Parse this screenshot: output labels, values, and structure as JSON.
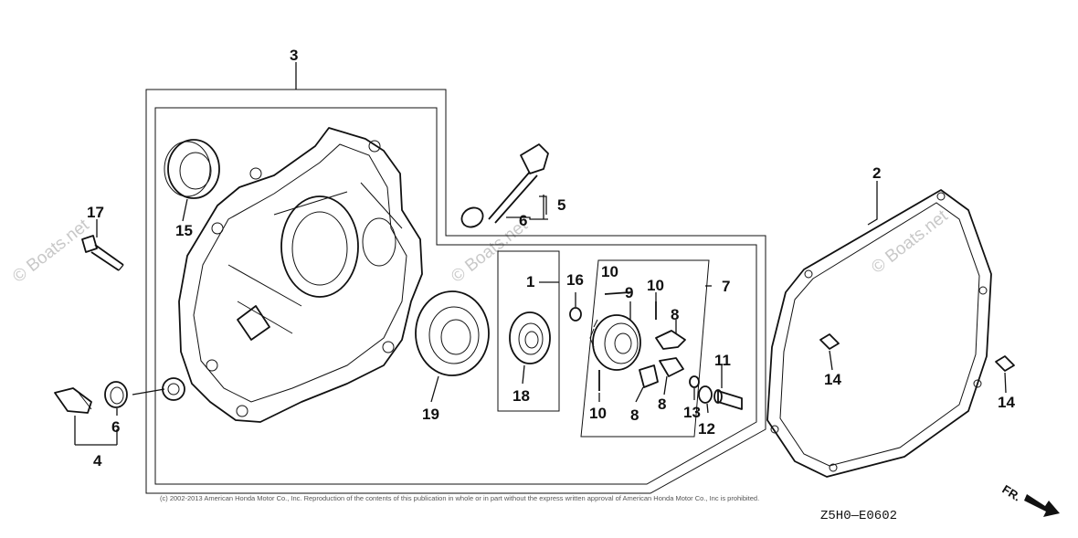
{
  "watermark": "© Boats.net",
  "copyright": "(c) 2002-2013 American Honda Motor Co., Inc. Reproduction of the contents of this publication in whole or in part without the express written approval of American Honda Motor Co., Inc is prohibited.",
  "diagram_code": "Z5H0—E0602",
  "front_label": "FR.",
  "callouts": {
    "c1": "1",
    "c2": "2",
    "c3": "3",
    "c4": "4",
    "c5": "5",
    "c6a": "6",
    "c6b": "6",
    "c7": "7",
    "c8a": "8",
    "c8b": "8",
    "c8c": "8",
    "c9": "9",
    "c10a": "10",
    "c10b": "10",
    "c10c": "10",
    "c11": "11",
    "c12": "12",
    "c13": "13",
    "c14a": "14",
    "c14b": "14",
    "c15": "15",
    "c16": "16",
    "c17": "17",
    "c18": "18",
    "c19": "19"
  }
}
